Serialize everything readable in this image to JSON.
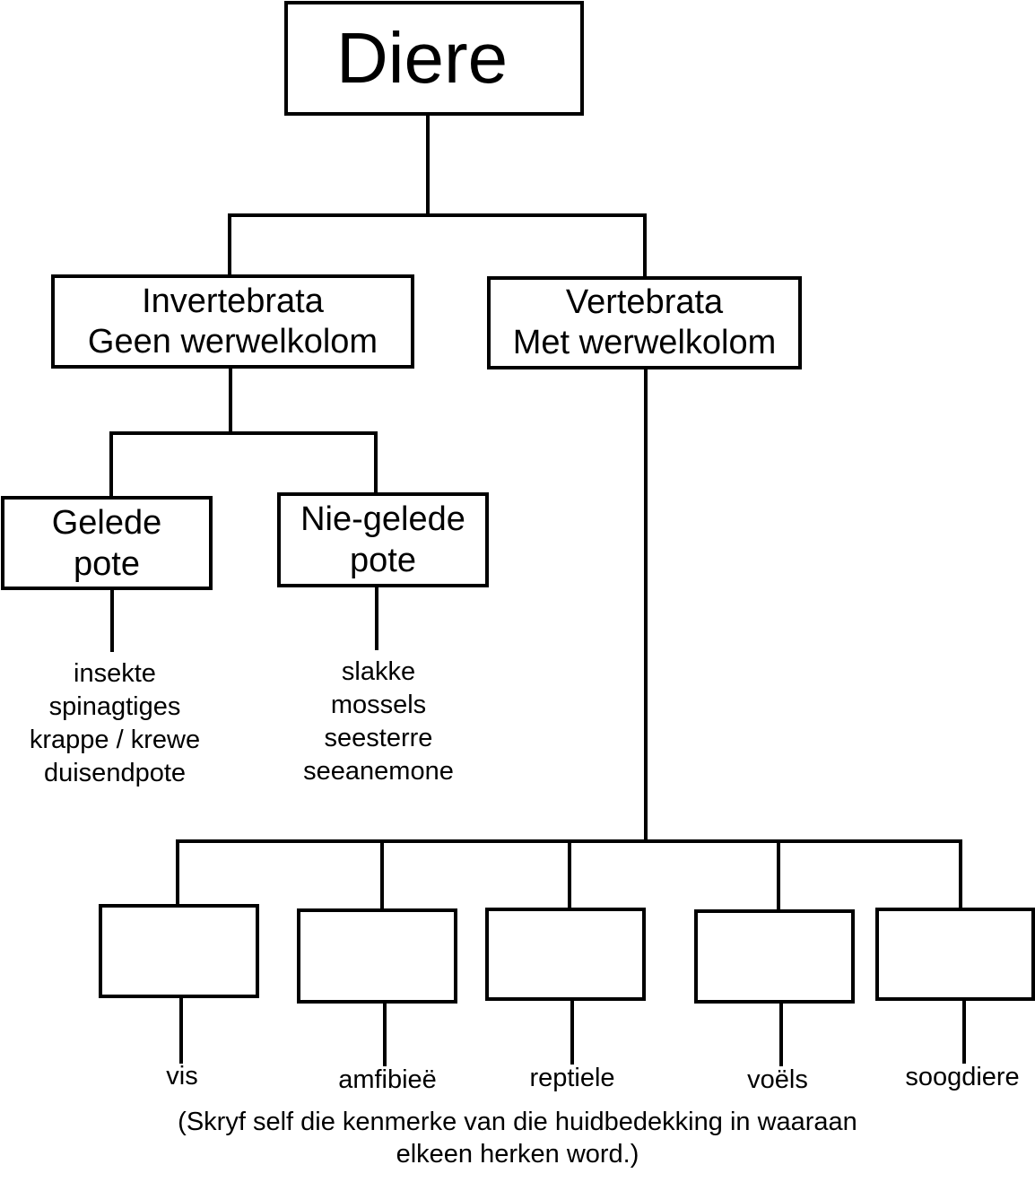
{
  "root": {
    "label": "Diere"
  },
  "invertebrata": {
    "line1": "Invertebrata",
    "line2": "Geen werwelkolom"
  },
  "vertebrata": {
    "line1": "Vertebrata",
    "line2": "Met werwelkolom"
  },
  "gelede": {
    "line1": "Gelede",
    "line2": "pote",
    "examples": [
      "insekte",
      "spinagtiges",
      "krappe / krewe",
      "duisendpote"
    ]
  },
  "nie_gelede": {
    "line1": "Nie-gelede",
    "line2": "pote",
    "examples": [
      "slakke",
      "mossels",
      "seesterre",
      "seeanemone"
    ]
  },
  "vertebrate_classes": [
    {
      "label": "vis"
    },
    {
      "label": "amfibieë"
    },
    {
      "label": "reptiele"
    },
    {
      "label": "voëls"
    },
    {
      "label": "soogdiere"
    }
  ],
  "note": {
    "line1": "(Skryf self die kenmerke van die huidbedekking in waaraan",
    "line2": "elkeen herken word.)"
  }
}
